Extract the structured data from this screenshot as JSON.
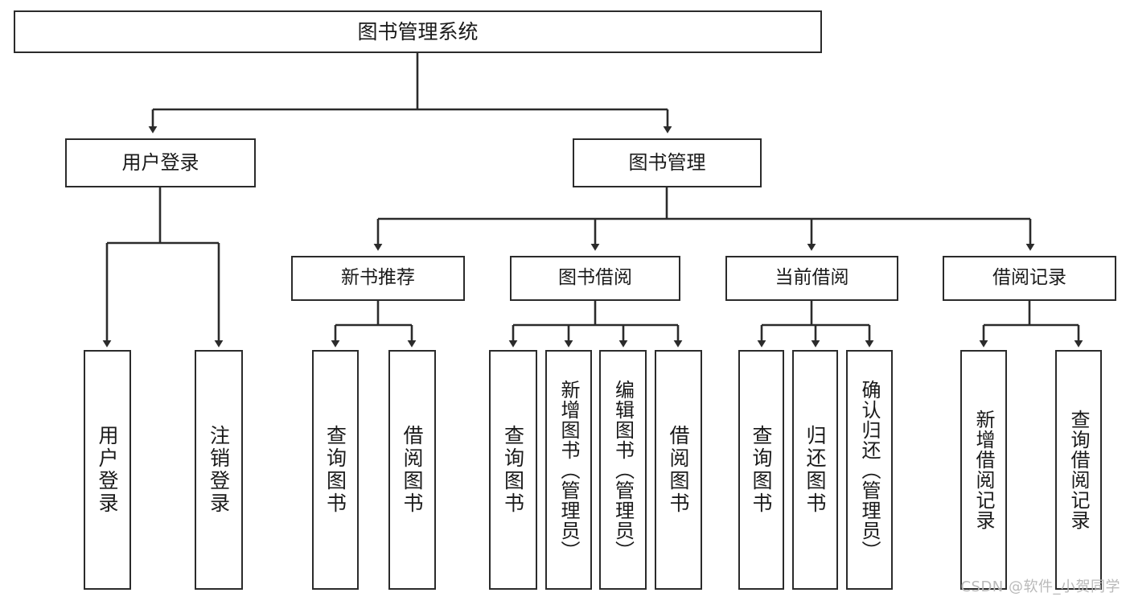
{
  "diagram": {
    "title": "图书管理系统",
    "type": "tree",
    "watermark": "CSDN @软件_小贺同学",
    "colors": {
      "stroke": "#2b2b2b",
      "fill": "#ffffff",
      "text": "#1a1a1a",
      "watermark": "#b9b9b9"
    },
    "nodes": {
      "root": {
        "label": "图书管理系统"
      },
      "level2": [
        {
          "id": "user-login",
          "label": "用户登录"
        },
        {
          "id": "book-admin",
          "label": "图书管理"
        }
      ],
      "level3": [
        {
          "id": "new-book-rec",
          "label": "新书推荐"
        },
        {
          "id": "book-borrow",
          "label": "图书借阅"
        },
        {
          "id": "current-borrow",
          "label": "当前借阅"
        },
        {
          "id": "borrow-record",
          "label": "借阅记录"
        }
      ],
      "leaves": [
        {
          "id": "leaf-user-login",
          "label": "用户登录",
          "parent": "user-login"
        },
        {
          "id": "leaf-user-logout",
          "label": "注销登录",
          "parent": "user-login"
        },
        {
          "id": "leaf-query-book-1",
          "label": "查询图书",
          "parent": "new-book-rec"
        },
        {
          "id": "leaf-borrow-book-1",
          "label": "借阅图书",
          "parent": "new-book-rec"
        },
        {
          "id": "leaf-query-book-2",
          "label": "查询图书",
          "parent": "book-borrow"
        },
        {
          "id": "leaf-add-book",
          "label": "新增图书（管理员）",
          "parent": "book-borrow"
        },
        {
          "id": "leaf-edit-book",
          "label": "编辑图书（管理员）",
          "parent": "book-borrow"
        },
        {
          "id": "leaf-borrow-book-2",
          "label": "借阅图书",
          "parent": "book-borrow"
        },
        {
          "id": "leaf-query-book-3",
          "label": "查询图书",
          "parent": "current-borrow"
        },
        {
          "id": "leaf-return-book",
          "label": "归还图书",
          "parent": "current-borrow"
        },
        {
          "id": "leaf-confirm-return",
          "label": "确认归还（管理员）",
          "parent": "current-borrow"
        },
        {
          "id": "leaf-add-record",
          "label": "新增借阅记录",
          "parent": "borrow-record"
        },
        {
          "id": "leaf-query-record",
          "label": "查询借阅记录",
          "parent": "borrow-record"
        }
      ]
    }
  }
}
